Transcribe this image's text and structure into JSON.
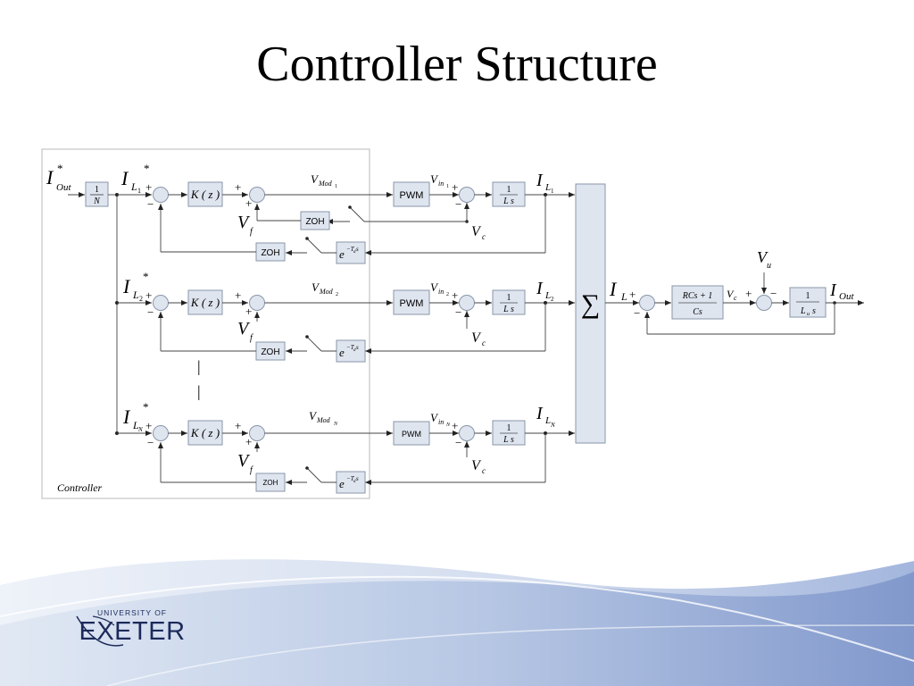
{
  "slide": {
    "title": "Controller Structure"
  },
  "labels": {
    "i_out_ref": "I",
    "i_out_ref_sub": "Out",
    "star": "*",
    "gain_top": "1",
    "gain_bottom": "N",
    "k_z": "K ( z )",
    "pwm": "PWM",
    "zoh": "ZOH",
    "delay": "e",
    "delay_exp": "−T",
    "delay_exp_sub": "d",
    "delay_s": "s",
    "one": "1",
    "ls": "L s",
    "v": "V",
    "v_mod": "Mod",
    "v_in": "in",
    "v_c": "c",
    "v_f": "f",
    "v_u": "u",
    "i": "I",
    "l": "L",
    "sub_1": "1",
    "sub_2": "2",
    "sub_n": "N",
    "plus": "+",
    "minus": "−",
    "sigma": "∑",
    "rc_num": "RCs   + 1",
    "cs": "Cs",
    "lu_s": "L",
    "lu_sub": "u",
    "s": "s",
    "out": "Out",
    "dash": "|",
    "controller": "Controller"
  },
  "logo": {
    "top": "UNIVERSITY OF",
    "main": "EXETER"
  },
  "colors": {
    "block_fill": "#dfe5ef",
    "block_stroke": "#8a96aa",
    "wave_dark": "#7b93c9",
    "wave_light": "#c9d6ea",
    "logo_navy": "#1c2a5a"
  }
}
